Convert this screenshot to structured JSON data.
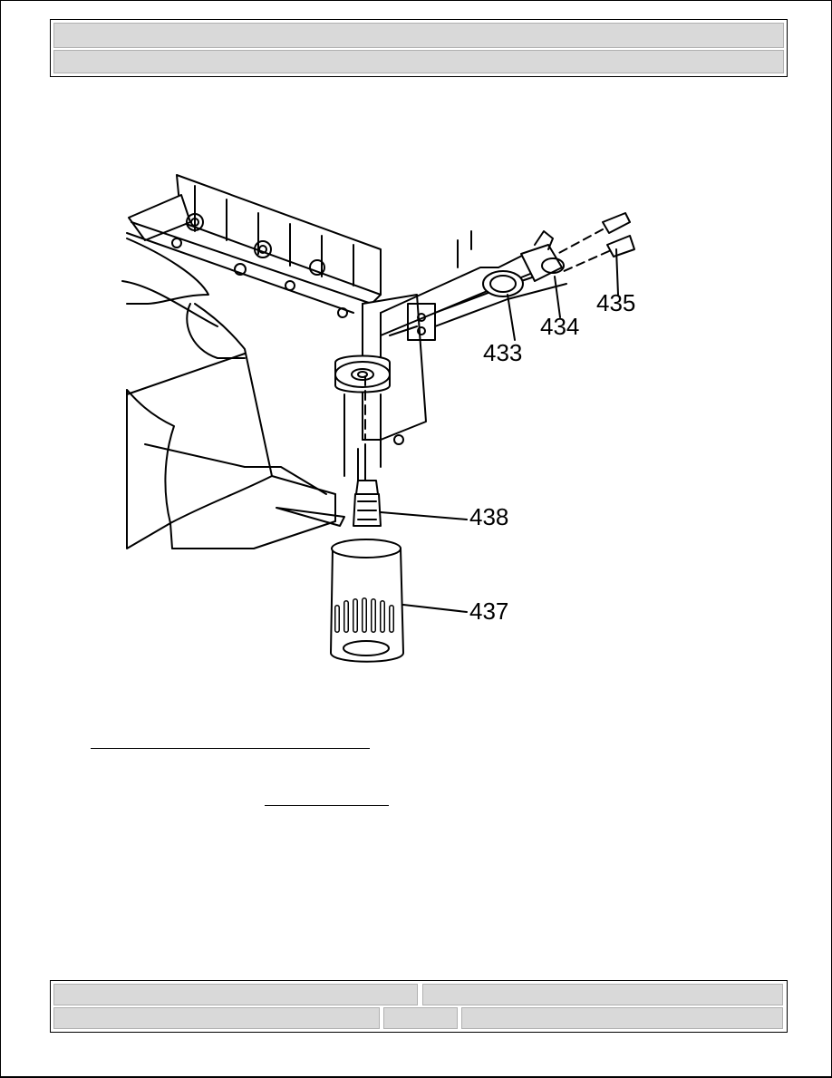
{
  "header": {
    "title": "",
    "subtitle": ""
  },
  "figure": {
    "callouts": {
      "c433": "433",
      "c434": "434",
      "c435": "435",
      "c437": "437",
      "c438": "438"
    }
  },
  "links": {
    "link1": "",
    "link2": ""
  },
  "footer": {
    "left_top": "",
    "right_top": "",
    "left_bottom": "",
    "mid_bottom": "",
    "right_bottom": ""
  }
}
